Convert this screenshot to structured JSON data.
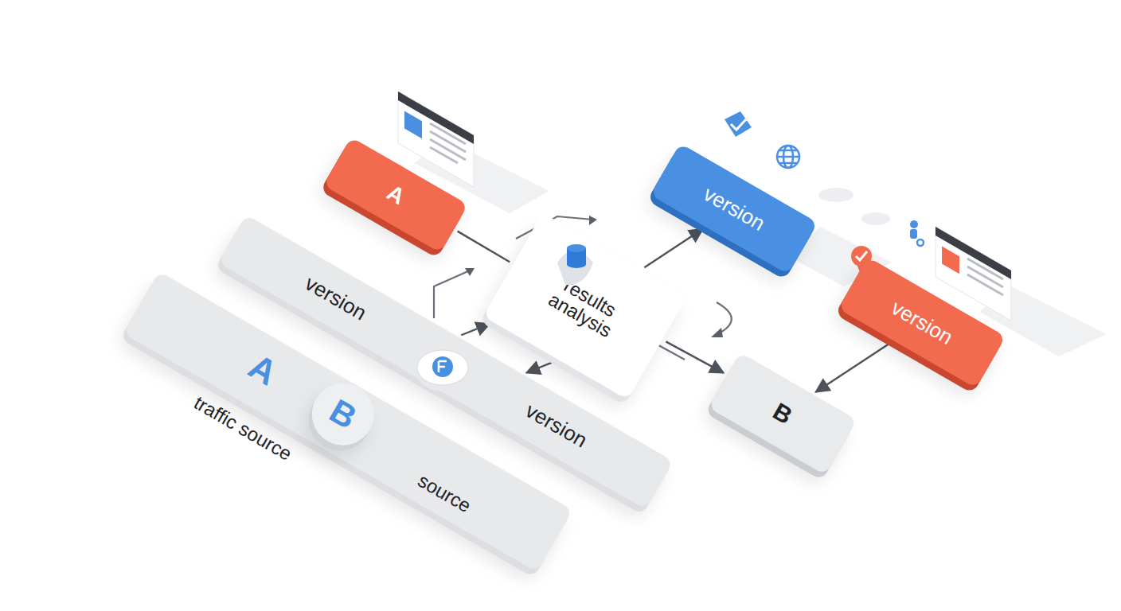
{
  "diagram": {
    "nodes": [
      {
        "text": [
          "A"
        ]
      },
      {
        "text": [
          "version"
        ]
      },
      {
        "text": [
          "results analysis"
        ]
      },
      {
        "text": [
          "version"
        ]
      },
      {
        "text": [
          "B"
        ]
      },
      {
        "text": [
          "version",
          "version"
        ]
      },
      {
        "text": [
          "A",
          "traffic source",
          "source"
        ]
      },
      {
        "text": [
          "B"
        ],
        "in": 6
      }
    ],
    "edges": [
      {
        "from": 0,
        "to": 2,
        "arrow": "none"
      },
      {
        "from": 2,
        "to": 1,
        "arrow": "to"
      },
      {
        "from": 2,
        "to": 4,
        "arrow": "to"
      },
      {
        "from": 3,
        "to": 4,
        "arrow": "to"
      },
      {
        "from": 2,
        "to": 5,
        "arrow": "to"
      },
      {
        "from": 5,
        "to": 2,
        "arrow": "to"
      }
    ]
  }
}
